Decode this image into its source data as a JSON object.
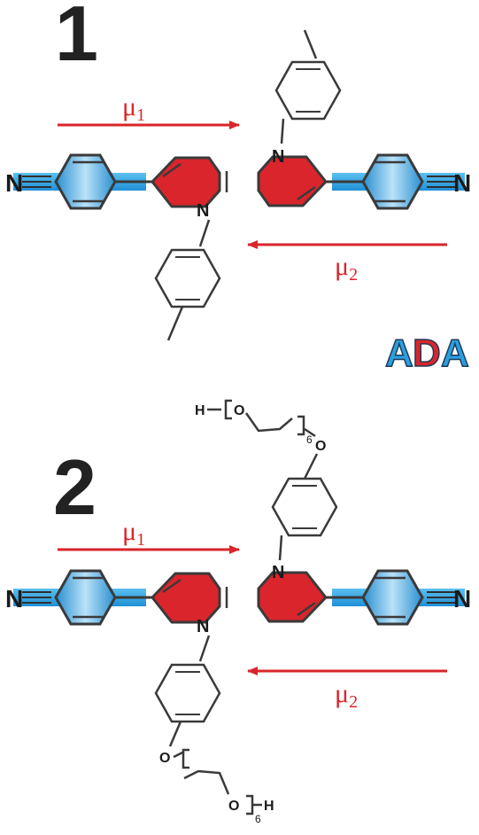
{
  "molecules": [
    {
      "number": "1",
      "mu_left": "μ",
      "mu_left_sub": "1",
      "mu_right": "μ",
      "mu_right_sub": "2",
      "n_left": "N",
      "n_right": "N",
      "atom_n_top": "N",
      "atom_n_bottom": "N"
    },
    {
      "number": "2",
      "mu_left": "μ",
      "mu_left_sub": "1",
      "mu_right": "μ",
      "mu_right_sub": "2",
      "n_left": "N",
      "n_right": "N",
      "atom_n_top": "N",
      "atom_n_bottom": "N",
      "chain_top_h": "H",
      "chain_top_o1": "O",
      "chain_top_sub": "6",
      "chain_top_o2": "O",
      "chain_bottom_o1": "O",
      "chain_bottom_o2": "O",
      "chain_bottom_sub": "6",
      "chain_bottom_h": "H"
    }
  ],
  "label": {
    "letters": [
      "A",
      "D",
      "A"
    ],
    "colors": [
      "#2a9fe0",
      "#d9252b",
      "#2a9fe0"
    ]
  },
  "colors": {
    "donor_red": "#d9252b",
    "acceptor_blue": "#2a9fe0",
    "bond": "#3a3a3a",
    "arrow": "#d9252b"
  }
}
